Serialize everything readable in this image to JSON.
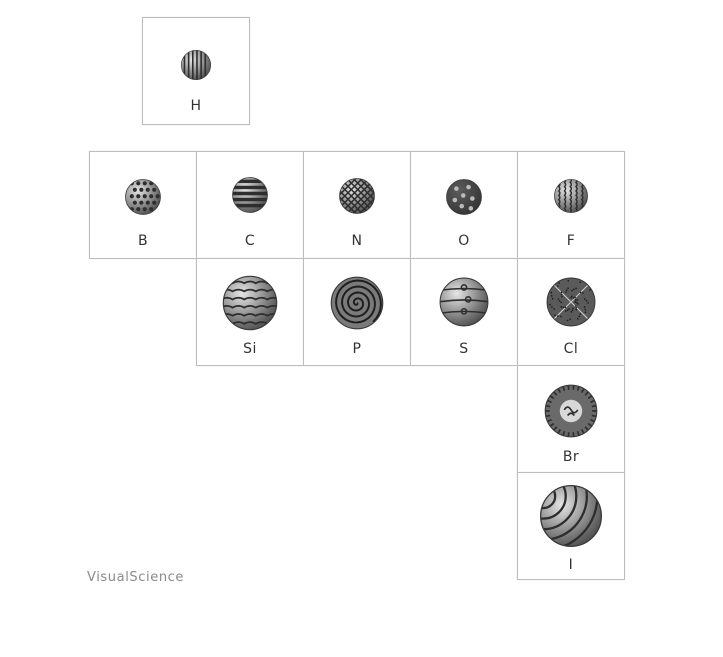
{
  "elements": [
    {
      "id": "h",
      "symbol": "H",
      "pattern": "vstripes"
    },
    {
      "id": "b",
      "symbol": "B",
      "pattern": "dots"
    },
    {
      "id": "c",
      "symbol": "C",
      "pattern": "hstripes"
    },
    {
      "id": "n",
      "symbol": "N",
      "pattern": "crosshatch"
    },
    {
      "id": "o",
      "symbol": "O",
      "pattern": "bumps"
    },
    {
      "id": "f",
      "symbol": "F",
      "pattern": "vwaves"
    },
    {
      "id": "si",
      "symbol": "Si",
      "pattern": "hwaves"
    },
    {
      "id": "p",
      "symbol": "P",
      "pattern": "spiral"
    },
    {
      "id": "s",
      "symbol": "S",
      "pattern": "loops"
    },
    {
      "id": "cl",
      "symbol": "Cl",
      "pattern": "xspeckle"
    },
    {
      "id": "br",
      "symbol": "Br",
      "pattern": "fringe"
    },
    {
      "id": "i",
      "symbol": "I",
      "pattern": "arcs"
    }
  ],
  "watermark": "VisualScience",
  "colors": {
    "border": "#bdbdbd",
    "orb_light": "#e6e6e6",
    "orb_dark": "#4a4a4a",
    "ink": "#2e2e2e"
  }
}
